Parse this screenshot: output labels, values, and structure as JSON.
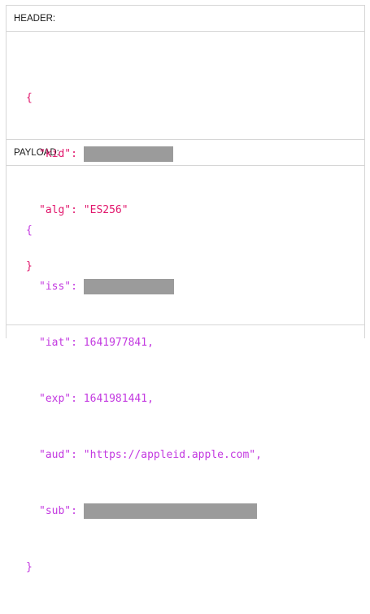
{
  "header_section": {
    "title": "HEADER:",
    "open_brace": "{",
    "close_brace": "}",
    "fields": {
      "kid": {
        "key": "\"kid\"",
        "sep": ": "
      },
      "alg": {
        "key": "\"alg\"",
        "sep": ": ",
        "value": "\"ES256\""
      }
    }
  },
  "payload_section": {
    "title": "PAYLOAD:",
    "open_brace": "{",
    "close_brace": "}",
    "fields": {
      "iss": {
        "key": "\"iss\"",
        "sep": ": "
      },
      "iat": {
        "key": "\"iat\"",
        "sep": ": ",
        "value": "1641977841",
        "trail": ","
      },
      "exp": {
        "key": "\"exp\"",
        "sep": ": ",
        "value": "1641981441",
        "trail": ","
      },
      "aud": {
        "key": "\"aud\"",
        "sep": ": ",
        "value": "\"https://appleid.apple.com\"",
        "trail": ","
      },
      "sub": {
        "key": "\"sub\"",
        "sep": ": "
      }
    }
  },
  "colors": {
    "header_token": "#e1156b",
    "payload_token": "#c339e0",
    "redaction": "#9b9b9b",
    "border": "#d6d6d6"
  }
}
